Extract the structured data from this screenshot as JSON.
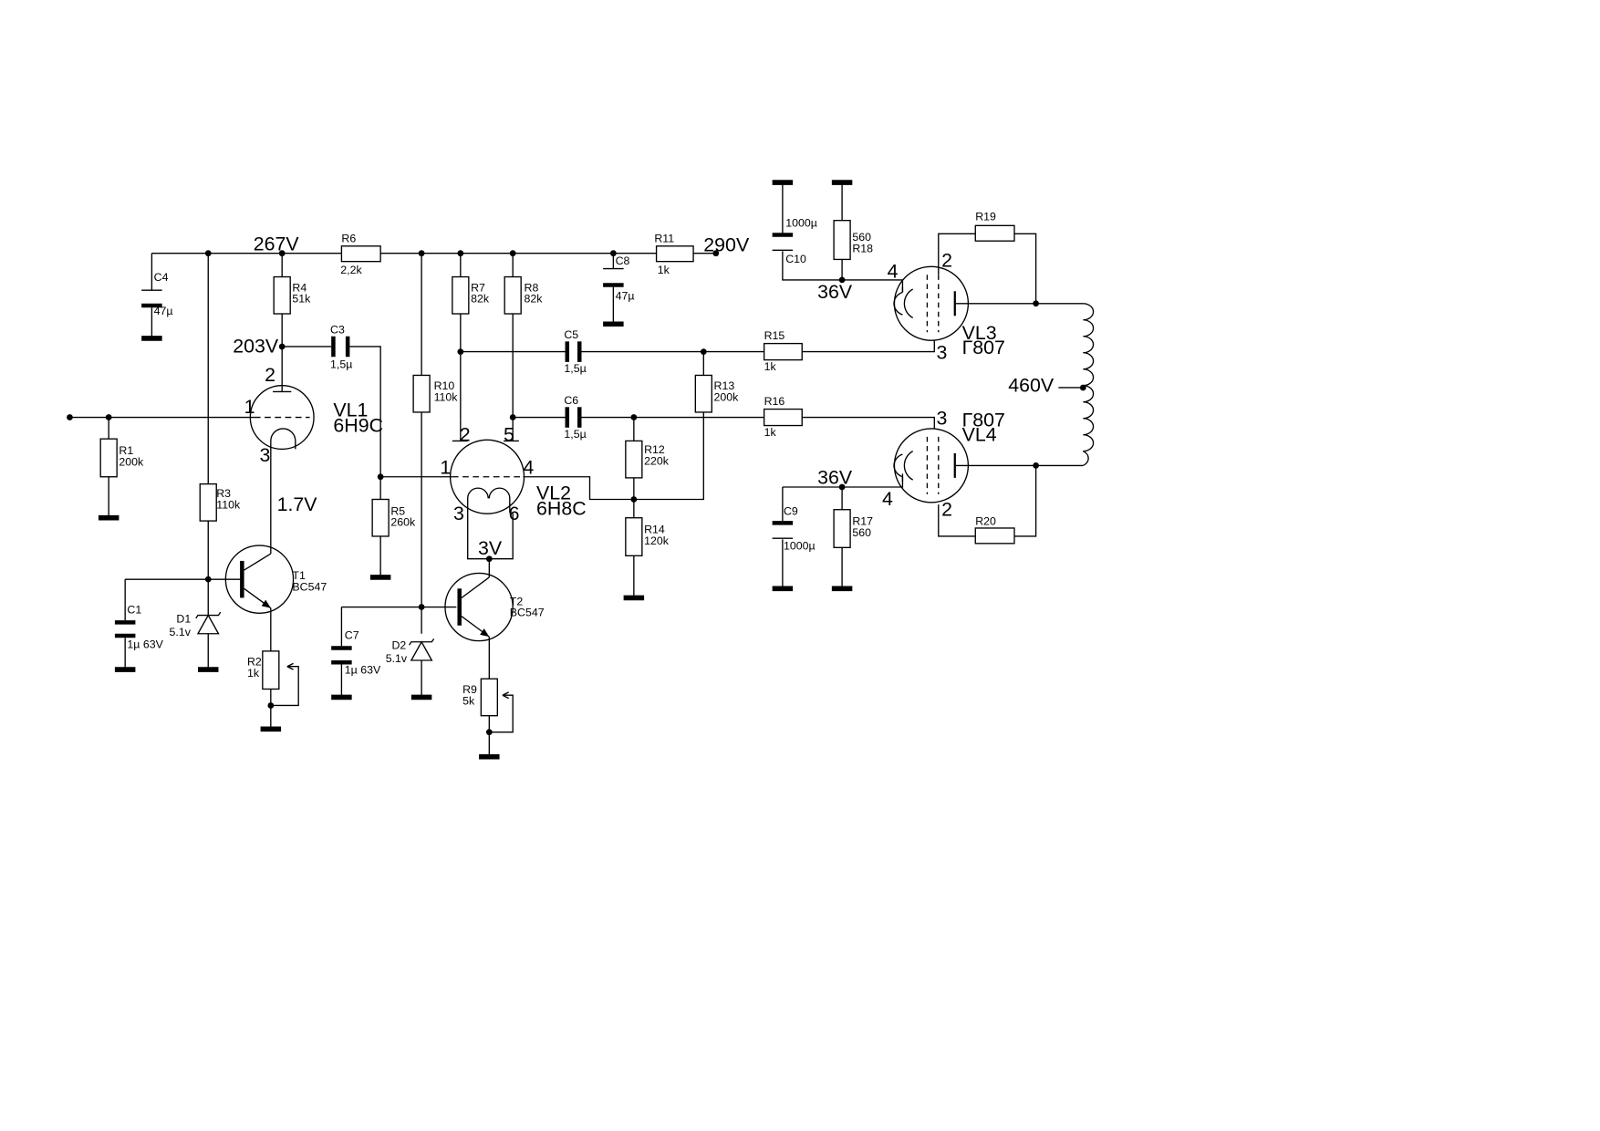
{
  "components": {
    "R1": {
      "ref": "R1",
      "value": "200k"
    },
    "R2": {
      "ref": "R2",
      "value": "1k"
    },
    "R3": {
      "ref": "R3",
      "value": "110k"
    },
    "R4": {
      "ref": "R4",
      "value": "51k"
    },
    "R5": {
      "ref": "R5",
      "value": "260k"
    },
    "R6": {
      "ref": "R6",
      "value": "2,2k"
    },
    "R7": {
      "ref": "R7",
      "value": "82k"
    },
    "R8": {
      "ref": "R8",
      "value": "82k"
    },
    "R9": {
      "ref": "R9",
      "value": "5k"
    },
    "R10": {
      "ref": "R10",
      "value": "110k"
    },
    "R11": {
      "ref": "R11",
      "value": "1k"
    },
    "R12": {
      "ref": "R12",
      "value": "220k"
    },
    "R13": {
      "ref": "R13",
      "value": "200k"
    },
    "R14": {
      "ref": "R14",
      "value": "120k"
    },
    "R15": {
      "ref": "R15",
      "value": "1k"
    },
    "R16": {
      "ref": "R16",
      "value": "1k"
    },
    "R17": {
      "ref": "R17",
      "value": "560"
    },
    "R18": {
      "ref": "R18",
      "value": "560"
    },
    "R19": {
      "ref": "R19"
    },
    "R20": {
      "ref": "R20"
    },
    "C1": {
      "ref": "C1",
      "value": "1µ 63V"
    },
    "C3": {
      "ref": "C3",
      "value": "1,5µ"
    },
    "C4": {
      "ref": "C4",
      "value": "47µ"
    },
    "C5": {
      "ref": "C5",
      "value": "1,5µ"
    },
    "C6": {
      "ref": "C6",
      "value": "1,5µ"
    },
    "C7": {
      "ref": "C7",
      "value": "1µ 63V"
    },
    "C8": {
      "ref": "C8",
      "value": "47µ"
    },
    "C9": {
      "ref": "C9",
      "value": "1000µ"
    },
    "C10": {
      "ref": "C10",
      "value": "1000µ"
    },
    "D1": {
      "ref": "D1",
      "value": "5.1v"
    },
    "D2": {
      "ref": "D2",
      "value": "5.1v"
    },
    "T1": {
      "ref": "T1",
      "value": "BC547"
    },
    "T2": {
      "ref": "T2",
      "value": "BC547"
    },
    "VL1": {
      "ref": "VL1",
      "value": "6H9C"
    },
    "VL2": {
      "ref": "VL2",
      "value": "6H8C"
    },
    "VL3": {
      "ref": "VL3",
      "value": "Г807"
    },
    "VL4": {
      "ref": "VL4",
      "value": "Г807"
    }
  },
  "voltages": {
    "v267": "267V",
    "v203": "203V",
    "v290": "290V",
    "v1_7": "1.7V",
    "v3": "3V",
    "v460": "460V",
    "v36_top": "36V",
    "v36_bot": "36V"
  },
  "pins": {
    "vl1_p1": "1",
    "vl1_p2": "2",
    "vl1_p3": "3",
    "vl2_p1": "1",
    "vl2_p2": "2",
    "vl2_p3": "3",
    "vl2_p4": "4",
    "vl2_p5": "5",
    "vl2_p6": "6",
    "vl3_p2": "2",
    "vl3_p3": "3",
    "vl3_p4": "4",
    "vl4_p2": "2",
    "vl4_p3": "3",
    "vl4_p4": "4"
  }
}
